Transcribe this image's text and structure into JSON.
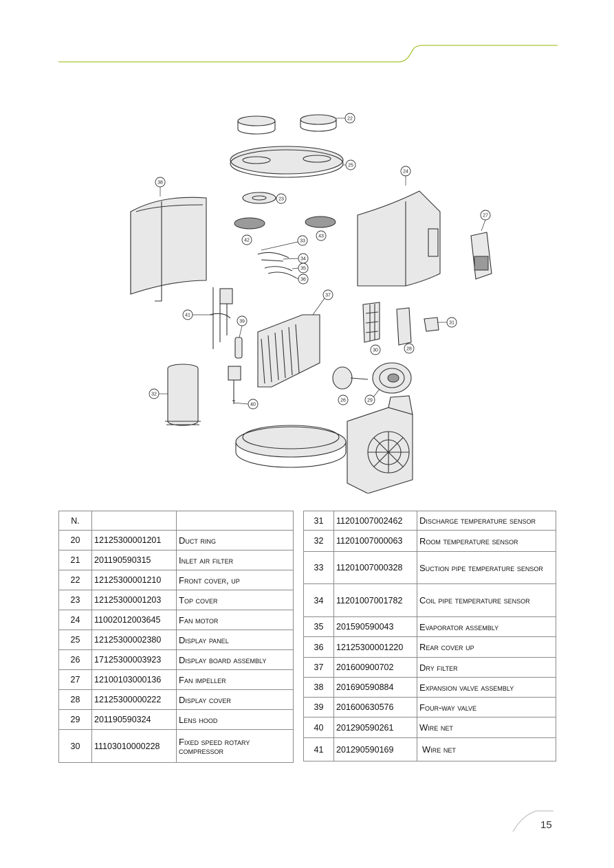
{
  "colors": {
    "accent": "#a9c53b",
    "border": "#8a8a8a"
  },
  "page_number": "15",
  "diagram": {
    "callouts": [
      "22",
      "25",
      "24",
      "38",
      "23",
      "27",
      "33",
      "42",
      "43",
      "34",
      "35",
      "36",
      "37",
      "41",
      "39",
      "31",
      "30",
      "28",
      "32",
      "26",
      "29",
      "40"
    ]
  },
  "table_left": {
    "header": [
      "N.",
      "",
      ""
    ],
    "rows": [
      {
        "n": "20",
        "code": "12125300001201",
        "desc": "Duct ring"
      },
      {
        "n": "21",
        "code": "201190590315",
        "desc": "Inlet air filter"
      },
      {
        "n": "22",
        "code": "12125300001210",
        "desc": "Front cover, up"
      },
      {
        "n": "23",
        "code": "12125300001203",
        "desc": "Top cover"
      },
      {
        "n": "24",
        "code": "11002012003645",
        "desc": "Fan motor"
      },
      {
        "n": "25",
        "code": "12125300002380",
        "desc": "Display panel"
      },
      {
        "n": "26",
        "code": "17125300003923",
        "desc": "Display board assembly"
      },
      {
        "n": "27",
        "code": "12100103000136",
        "desc": "Fan impeller"
      },
      {
        "n": "28",
        "code": "12125300000222",
        "desc": "Display cover"
      },
      {
        "n": "29",
        "code": "201190590324",
        "desc": "Lens hood"
      },
      {
        "n": "30",
        "code": "11103010000228",
        "desc": "Fixed speed rotary compressor"
      }
    ]
  },
  "table_right": {
    "rows": [
      {
        "n": "31",
        "code": "11201007002462",
        "desc": "Discharge temperature sensor"
      },
      {
        "n": "32",
        "code": "11201007000063",
        "desc": "Room temperature sensor"
      },
      {
        "n": "33",
        "code": "11201007000328",
        "desc": "Suction pipe temperature sensor"
      },
      {
        "n": "34",
        "code": "11201007001782",
        "desc": "Coil pipe temperature sensor"
      },
      {
        "n": "35",
        "code": "201590590043",
        "desc": "Evaporator assembly"
      },
      {
        "n": "36",
        "code": "12125300001220",
        "desc": "Rear cover up"
      },
      {
        "n": "37",
        "code": "201600900702",
        "desc": "Dry filter"
      },
      {
        "n": "38",
        "code": "201690590884",
        "desc": "Expansion valve assembly"
      },
      {
        "n": "39",
        "code": "201600630576",
        "desc": "Four-way valve"
      },
      {
        "n": "40",
        "code": "201290590261",
        "desc": "Wire net"
      },
      {
        "n": "41",
        "code": "201290590169",
        "desc": "Wire net"
      }
    ]
  }
}
